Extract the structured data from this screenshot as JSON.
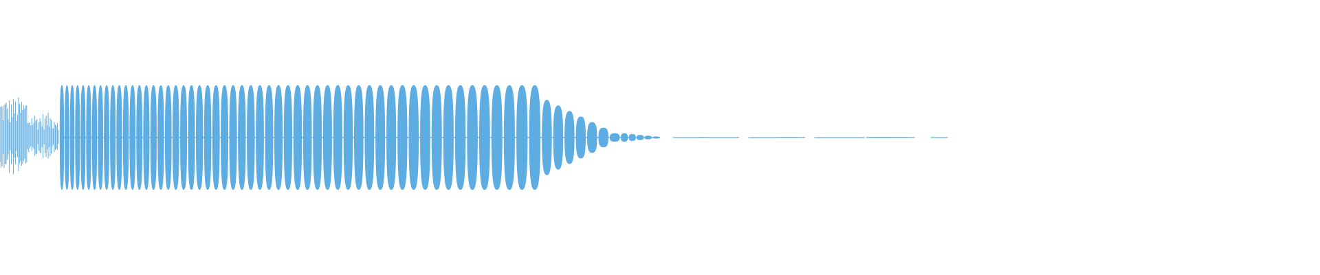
{
  "chart_data": {
    "type": "area",
    "description_kind": "audio-waveform",
    "title": "",
    "xlabel": "",
    "ylabel": "",
    "color": "#5dade2",
    "background": "#ffffff",
    "grid": false,
    "legend": "none",
    "xlim": [
      0,
      1
    ],
    "ylim": [
      -1.3,
      1.3
    ],
    "series": [
      {
        "segments": [
          {
            "kind": "noise",
            "t_start": 0.0,
            "t_end": 0.021,
            "amplitude": 0.78
          },
          {
            "kind": "noise",
            "t_start": 0.021,
            "t_end": 0.045,
            "amplitude": 0.48
          },
          {
            "kind": "tone",
            "t_start": 0.045,
            "t_end": 0.41,
            "amplitude": 1.0,
            "lobes": 54,
            "frequency": "descending"
          },
          {
            "kind": "tone",
            "t_start": 0.41,
            "t_end": 0.47,
            "amplitude_start": 0.72,
            "amplitude_end": 0.08,
            "lobes": 7
          },
          {
            "kind": "tone",
            "t_start": 0.47,
            "t_end": 0.5,
            "amplitude_start": 0.08,
            "amplitude_end": 0.02,
            "lobes": 5
          }
        ],
        "quiet_dashes": [
          [
            0.51,
            0.535
          ],
          [
            0.53,
            0.56
          ],
          [
            0.567,
            0.605
          ],
          [
            0.59,
            0.61
          ],
          [
            0.617,
            0.655
          ],
          [
            0.656,
            0.688
          ],
          [
            0.66,
            0.675
          ],
          [
            0.658,
            0.693
          ],
          [
            0.705,
            0.718
          ]
        ]
      }
    ]
  }
}
